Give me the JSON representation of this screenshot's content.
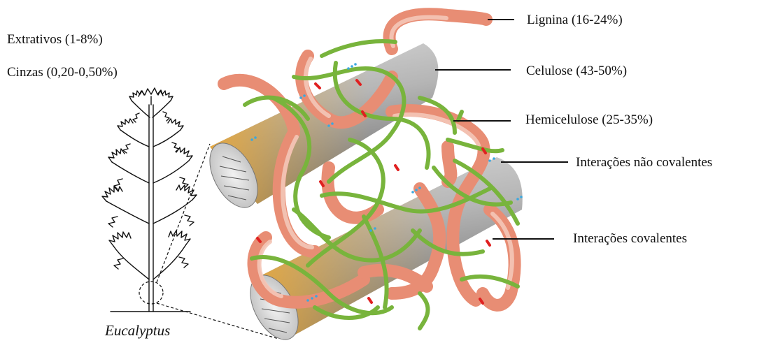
{
  "labels": {
    "extrativos": "Extrativos (1-8%)",
    "cinzas": "Cinzas (0,20-0,50%)",
    "lignina": "Lignina (16-24%)",
    "celulose": "Celulose (43-50%)",
    "hemicelulose": "Hemicelulose (25-35%)",
    "nao_covalentes": "Interações não covalentes",
    "covalentes": "Interações covalentes",
    "species": "Eucalyptus"
  },
  "colors": {
    "cellulose_light": "#e6e6e6",
    "cellulose_dark": "#8a8a8a",
    "cellulose_end": "#e8a93a",
    "hemicellulose": "#78b43c",
    "lignin": "#e88d74",
    "covalent_bond": "#e02020",
    "noncovalent_dots": "#3aa8e0",
    "text": "#111111"
  },
  "icons": {
    "tree": "eucalyptus-tree-drawing",
    "zoom": "dashed-zoom-lines"
  }
}
